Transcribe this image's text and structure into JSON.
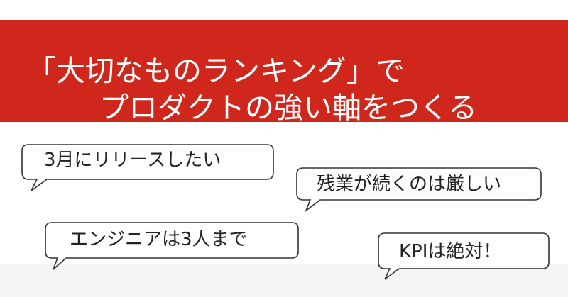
{
  "colors": {
    "banner": "#d0271d",
    "banner_text": "#ffffff",
    "bubble_fill": "#ffffff",
    "bubble_stroke": "#333333",
    "bubble_text": "#222222",
    "bottom_band": "#f5f5f5"
  },
  "banner": {
    "title_line1": "「大切なものランキング」で",
    "title_line2": "プロダクトの強い軸をつくる"
  },
  "bubbles": {
    "release": "3月にリリースしたい",
    "overtime": "残業が続くのは厳しい",
    "engineers": "エンジニアは3人まで",
    "kpi": "KPIは絶対！"
  }
}
